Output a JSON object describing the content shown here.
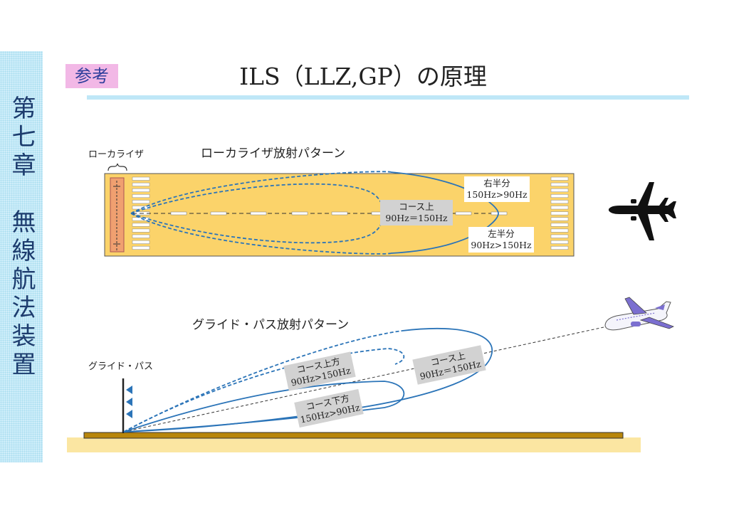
{
  "sidebar": {
    "text": "第七章　無線航法装置"
  },
  "header": {
    "badge": "参考",
    "title": "ILS（LLZ,GP）の原理"
  },
  "localizer": {
    "device_label": "ローカライザ",
    "pattern_title": "ローカライザ放射パターン",
    "on_course": {
      "line1": "コース上",
      "line2": "90Hz＝150Hz"
    },
    "right_half": {
      "line1": "右半分",
      "line2": "150Hz>90Hz"
    },
    "left_half": {
      "line1": "左半分",
      "line2": "90Hz>150Hz"
    }
  },
  "glidepath": {
    "device_label": "グライド・パス",
    "pattern_title": "グライド・パス放射パターン",
    "above_course": {
      "line1": "コース上方",
      "line2": "90Hz>150Hz"
    },
    "on_course": {
      "line1": "コース上",
      "line2": "90Hz＝150Hz"
    },
    "below_course": {
      "line1": "コース下方",
      "line2": "150Hz>90Hz"
    }
  },
  "colors": {
    "runway": "#fbd36a",
    "pattern_line": "#2b74b8",
    "antenna": "#f0a070",
    "ground": "#b8860b",
    "ground_base": "#fbe6a2",
    "sidebar": "#cfeefa",
    "badge": "#f2b8e6",
    "title_rule": "#bfe7f7"
  },
  "icons": [
    "black-airplane-icon",
    "airliner-icon",
    "antenna-icon",
    "glidepath-antenna-icon"
  ]
}
